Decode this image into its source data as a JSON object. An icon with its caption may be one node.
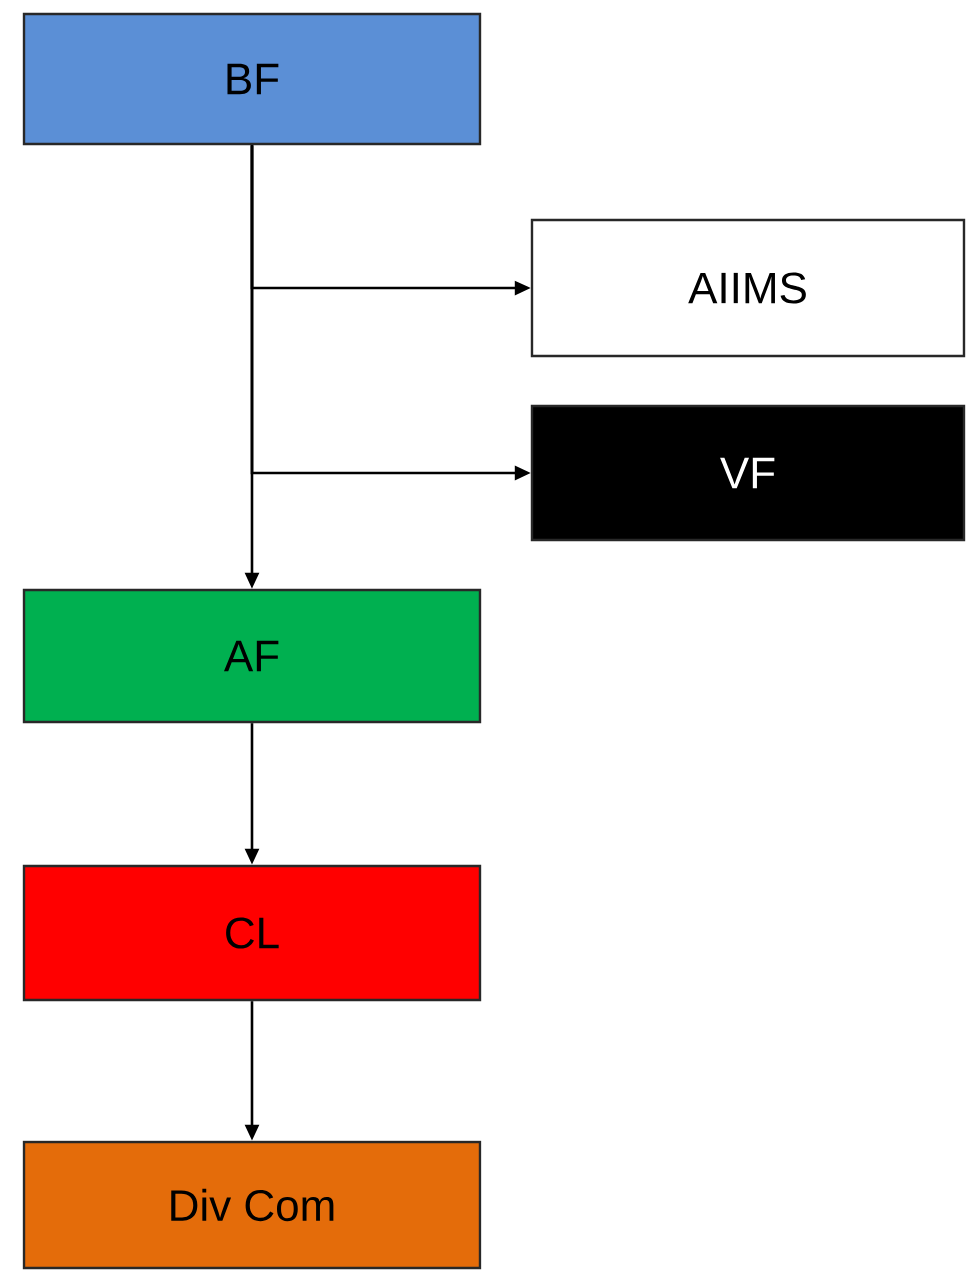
{
  "diagram": {
    "nodes": [
      {
        "text": [
          "BF"
        ]
      },
      {
        "text": [
          "AIIMS"
        ]
      },
      {
        "text": [
          "VF"
        ]
      },
      {
        "text": [
          "AF"
        ]
      },
      {
        "text": [
          "CL"
        ]
      },
      {
        "text": [
          "Div Com"
        ]
      }
    ],
    "edges": [
      {
        "from": 0,
        "to": 1,
        "arrow": "to"
      },
      {
        "from": 0,
        "to": 2,
        "arrow": "to"
      },
      {
        "from": 0,
        "to": 3,
        "arrow": "to"
      },
      {
        "from": 3,
        "to": 4,
        "arrow": "to"
      },
      {
        "from": 4,
        "to": 5,
        "arrow": "to"
      }
    ]
  }
}
